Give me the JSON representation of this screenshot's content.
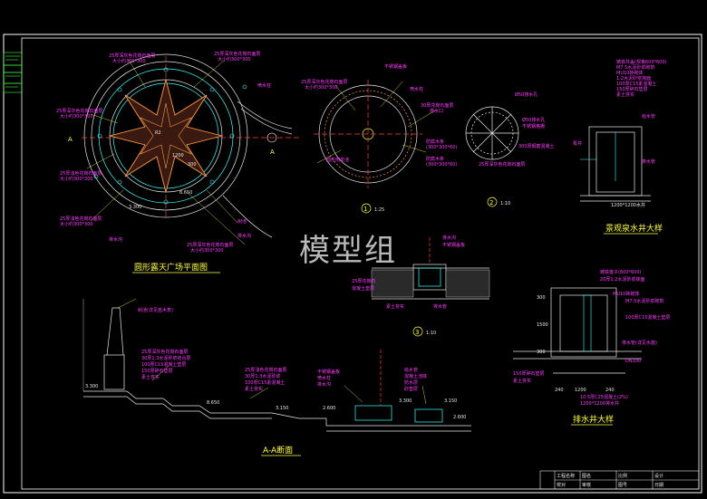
{
  "watermark": "模型组",
  "titles": {
    "plaza_plan": "圆形露天广场平面图",
    "pump_well": "景观泉水井大样",
    "drain_well": "排水井大样",
    "section_aa": "A-A断面"
  },
  "detail_markers": {
    "d1": {
      "num": "1",
      "scale": "1:25"
    },
    "d2": {
      "num": "2",
      "scale": "1:10"
    },
    "d3": {
      "num": "3",
      "scale": "1:10"
    }
  },
  "section_marker": "A",
  "plan_notes": [
    "25厚深灰色花岗石面层",
    "大小约300*300",
    "25厚深灰色花岗石面层",
    "大小约300*300",
    "25厚深灰色花岗石面层",
    "大小约300*300",
    "25厚浅色花岗石面层",
    "大小约300*300",
    "25厚浅色花岗石面层",
    "大小约300*300",
    "喷水柱",
    "排水沟",
    "25厚深灰色花岗石面层",
    "大小约300*300",
    "树池",
    "排水沟"
  ],
  "plan_dims": [
    "8.650",
    "3.300",
    "1200",
    "R2",
    "300"
  ],
  "detail1_notes": [
    "25厚深灰色花岗石面层",
    "大小约300*300",
    "不锈钢盖板",
    "30厚花岗石面层",
    "喷水柱",
    "圆形喷泉池",
    "排水口",
    "防腐木条",
    "(300*300*60)",
    "防腐木条",
    "(300*300*60)"
  ],
  "detail2_notes": [
    "Ø50排水孔",
    "Ø50排水孔",
    "不锈钢格栅",
    "300厚钢筋混凝土",
    "25厚深灰色花岗石面层"
  ],
  "detail3_notes": [
    "排水沟",
    "不锈钢盖板",
    "25厚花岗石",
    "混凝土垫层",
    "素土夯实",
    "排水管"
  ],
  "pump_notes": [
    "铸铁井盖(规格600*600)",
    "M7.5水泥砂浆砌筑",
    "MU10砖砌体",
    "1:2水泥砂浆抹面",
    "100厚C15素混凝土",
    "150厚碎石垫层",
    "素土夯实",
    "给水管",
    "泵井",
    "排水管",
    "1200*1200水井"
  ],
  "drain_notes": [
    "铸铁篦子(600*600)",
    "20厚1:2水泥砂浆抹面",
    "MU10砖砌体",
    "M7.5水泥砂浆砌筑",
    "100厚C15混凝土垫层",
    "排水管(详见水施)",
    "150厚碎石垫层",
    "素土夯实",
    "10.5厚C25混凝土(2%)",
    "1200*1200排水井",
    "DN100"
  ],
  "drain_dims": [
    "240",
    "1200",
    "240",
    "300",
    "1500",
    "300"
  ],
  "section_notes": [
    "树池(详见苗木表)",
    "25厚深灰色花岗石面层",
    "30厚1:3水泥砂浆结合层",
    "100厚C15混凝土垫层",
    "150厚碎石垫层",
    "素土夯实",
    "25厚浅色花岗石面层",
    "30厚1:3水泥砂浆",
    "100厚C15素混凝土",
    "素土夯实",
    "不锈钢盖板",
    "喷水柱",
    "排水沟",
    "给水管",
    "混凝土池底",
    "防水层",
    "砂垫层"
  ],
  "section_dims": [
    "3.300",
    "8.650",
    "3.150",
    "2.600",
    "3.300",
    "3.150",
    "2.600"
  ],
  "title_block": [
    "工程名称",
    "图名",
    "比例",
    "设计",
    "校对",
    "审核",
    "图号",
    "日期"
  ]
}
